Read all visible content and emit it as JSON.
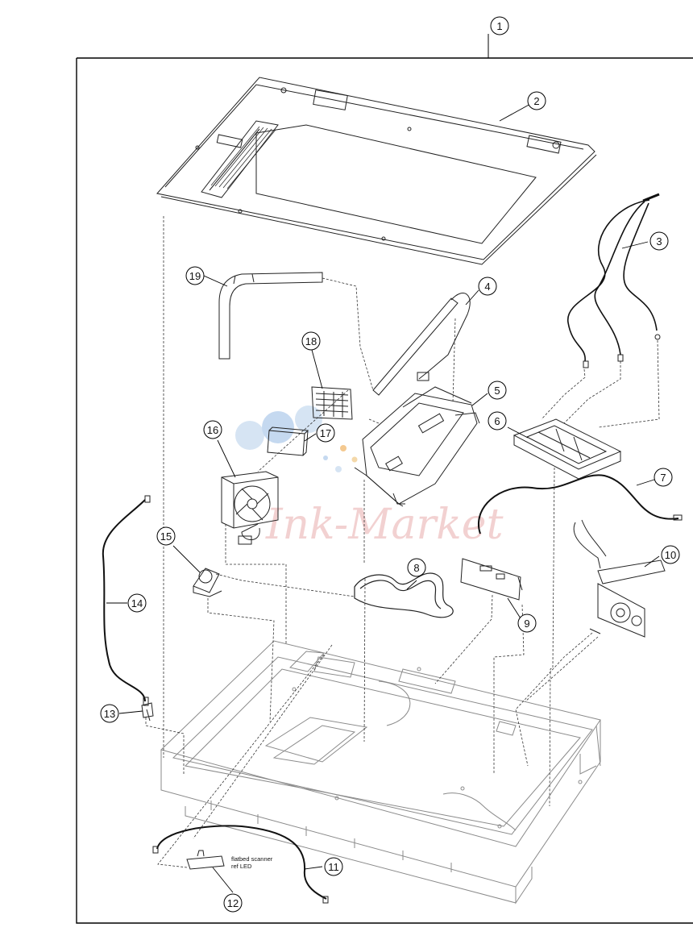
{
  "diagram": {
    "callouts": [
      "1",
      "2",
      "3",
      "4",
      "5",
      "6",
      "7",
      "8",
      "9",
      "10",
      "11",
      "12",
      "13",
      "14",
      "15",
      "16",
      "17",
      "18",
      "19"
    ],
    "note_line1": "flatbed scanner",
    "note_line2": "ref LED",
    "watermark": "Ink-Market"
  }
}
